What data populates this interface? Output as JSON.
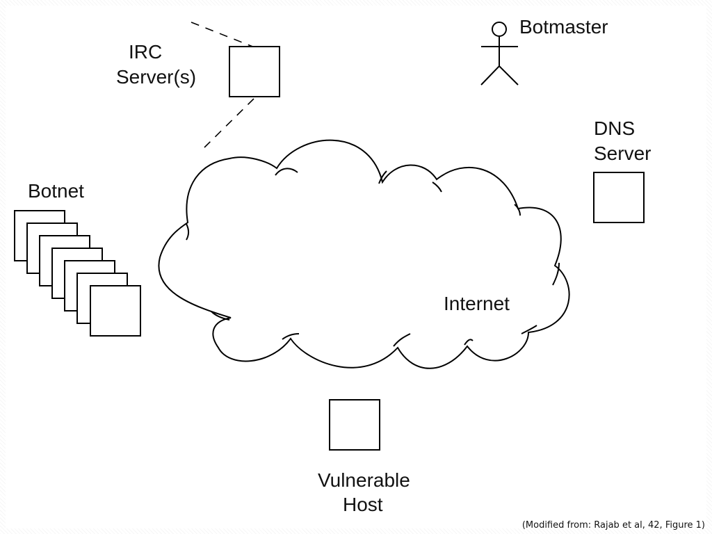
{
  "labels": {
    "irc_line1": "IRC",
    "irc_line2": "Server(s)",
    "botmaster": "Botmaster",
    "dns_line1": "DNS",
    "dns_line2": "Server",
    "botnet": "Botnet",
    "internet": "Internet",
    "vuln_line1": "Vulnerable",
    "vuln_line2": "Host"
  },
  "caption": "(Modified from: Rajab et al, 42, Figure 1)",
  "colors": {
    "stroke": "#000000",
    "fill": "#ffffff"
  }
}
